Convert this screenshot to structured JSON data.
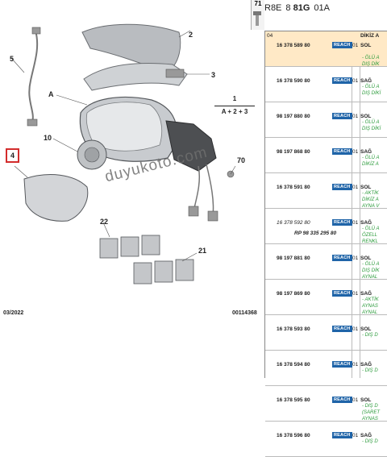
{
  "diagram": {
    "callouts": [
      "1",
      "2",
      "3",
      "4",
      "5",
      "10",
      "21",
      "22",
      "70",
      "71",
      "A"
    ],
    "formula_top": "1",
    "formula_bottom": "A + 2 + 3",
    "watermark": "duyukoto.com",
    "footer_date": "03/2022",
    "footer_code": "00114368"
  },
  "header": {
    "ref_a": "R8E",
    "ref_b": "8",
    "ref_c": "81G",
    "ref_d": "01A",
    "badge": "71"
  },
  "table": {
    "rows": [
      {
        "idx": "04",
        "pn": "16 378 589 80",
        "badge": "REACH",
        "qty": "01",
        "side_top": "DİKİZ A",
        "side": "SOL",
        "d1": "- ÖLÜ A",
        "d2": "DIŞ DİK",
        "hl": true
      },
      {
        "pn": "16 378 590 80",
        "badge": "REACH",
        "qty": "01",
        "side": "SAĞ",
        "d1": "- ÖLÜ A",
        "d2": "DIŞ DİKİ"
      },
      {
        "pn": "98 197 880 80",
        "badge": "REACH",
        "qty": "01",
        "side": "SOL",
        "d1": "- ÖLÜ A",
        "d2": "DIŞ DİKİ"
      },
      {
        "pn": "98 197 868 80",
        "badge": "REACH",
        "qty": "01",
        "side": "SAĞ",
        "d1": "- ÖLÜ A",
        "d2": "DİKİZ A"
      },
      {
        "pn": "16 378 591 80",
        "badge": "REACH",
        "qty": "01",
        "side": "SOL",
        "d1": "- AKTİK",
        "d2": "DİKİZ A",
        "d3": "AYNA V"
      },
      {
        "pn": "16 378 592 80",
        "badge": "REACH",
        "qty": "01",
        "side": "SAĞ",
        "rp": "RP 98 335 295 80",
        "d1": "- ÖLÜ A",
        "d2": "ÖZELL",
        "d3": "RENKL",
        "italic": true
      },
      {
        "pn": "98 197 881 80",
        "badge": "REACH",
        "qty": "01",
        "side": "SOL",
        "d1": "- ÖLÜ A",
        "d2": "DIŞ DİK",
        "d3": "AYNAL"
      },
      {
        "pn": "98 197 869 80",
        "badge": "REACH",
        "qty": "01",
        "side": "SAĞ",
        "d1": "- AKTİK",
        "d2": "AYNAS",
        "d3": "AYNAL"
      },
      {
        "pn": "16 378 593 80",
        "badge": "REACH",
        "qty": "01",
        "side": "SOL",
        "d1": "- DIŞ D"
      },
      {
        "pn": "16 378 594 80",
        "badge": "REACH",
        "qty": "01",
        "side": "SAĞ",
        "d1": "- DIŞ D"
      },
      {
        "pn": "16 378 595 80",
        "badge": "REACH",
        "qty": "01",
        "side": "SOL",
        "d1": "- DIŞ D",
        "d2": "(SARET",
        "d3": "AYNAS"
      },
      {
        "pn": "16 378 596 80",
        "badge": "REACH",
        "qty": "01",
        "side": "SAĞ",
        "d1": "- DIŞ D"
      }
    ]
  }
}
